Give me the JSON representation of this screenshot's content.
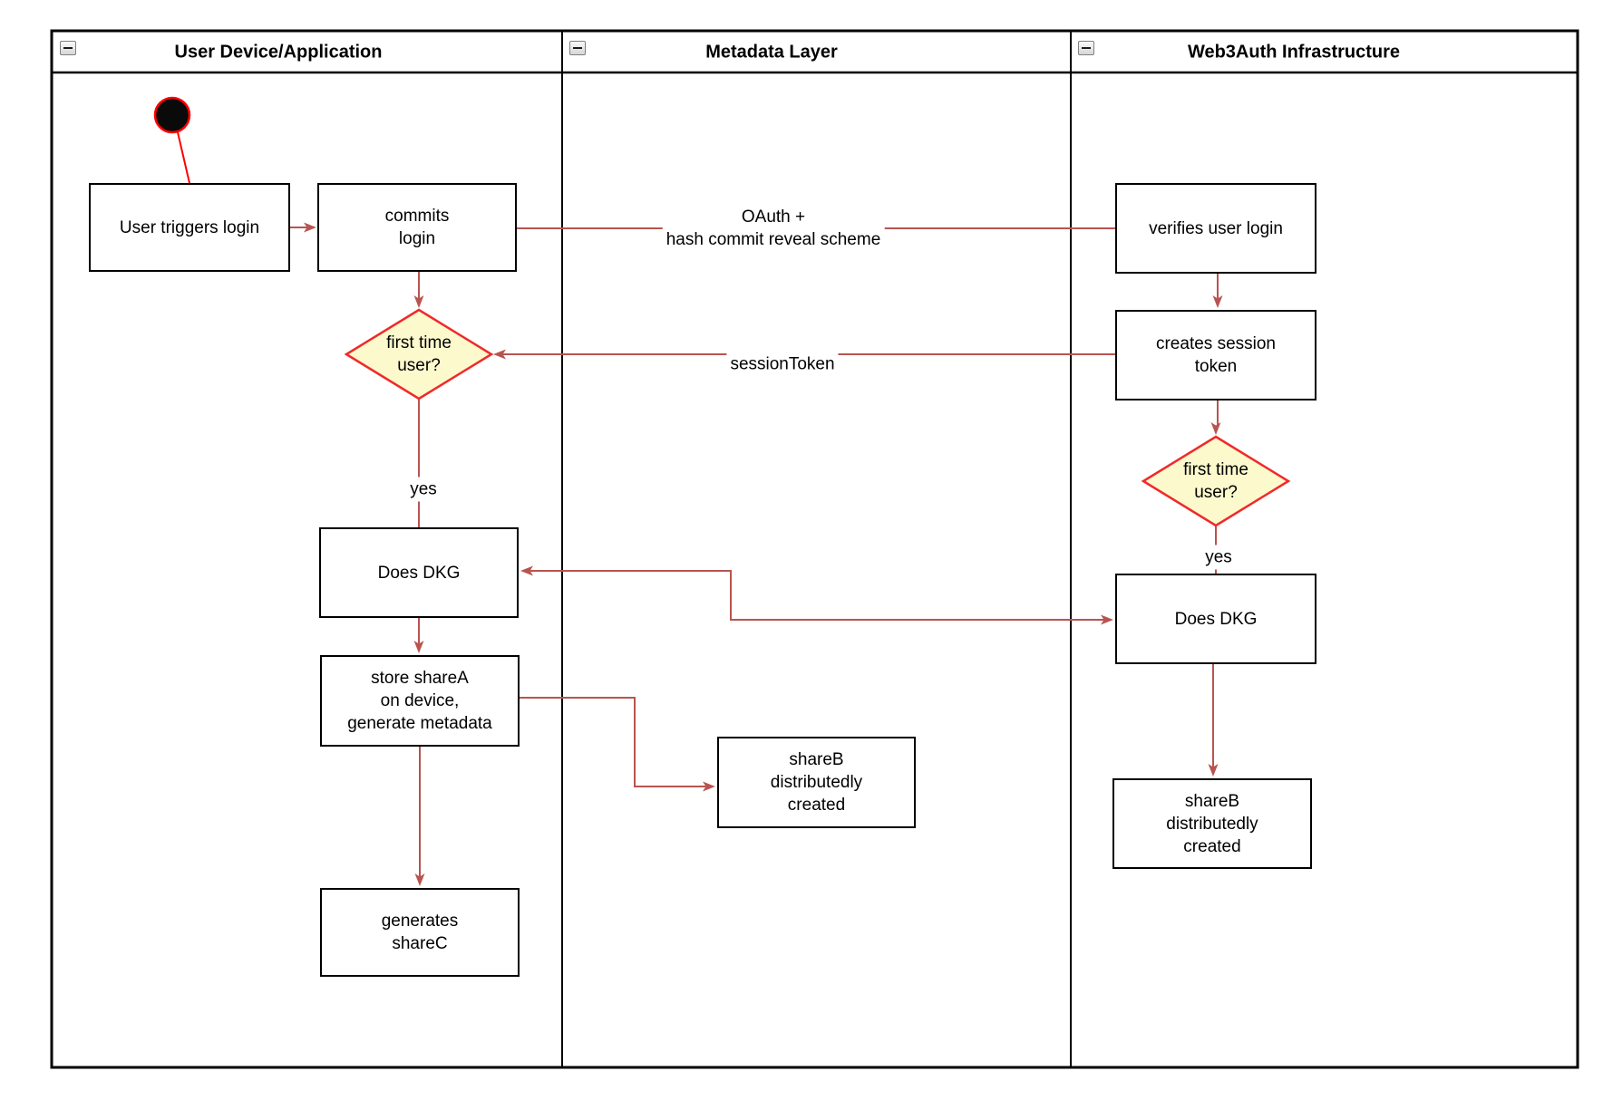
{
  "diagram": {
    "lanes": [
      {
        "title": "User Device/Application",
        "collapse_icon": "minus"
      },
      {
        "title": "Metadata Layer",
        "collapse_icon": "minus"
      },
      {
        "title": "Web3Auth Infrastructure",
        "collapse_icon": "minus"
      }
    ],
    "nodes": {
      "start": "initial-state",
      "user_triggers_login": "User triggers login",
      "commits_login": "commits\nlogin",
      "decision_device": "first time\nuser?",
      "does_dkg_device": "Does DKG",
      "store_shareA": "store shareA\non device,\ngenerate metadata",
      "generates_shareC": "generates\nshareC",
      "shareB_metadata": "shareB\ndistributedly\ncreated",
      "verifies_user_login": "verifies user login",
      "creates_session_token": "creates session\ntoken",
      "decision_infra": "first time\nuser?",
      "does_dkg_infra": "Does DKG",
      "shareB_infra": "shareB\ndistributedly\ncreated"
    },
    "edge_labels": {
      "oauth": "OAuth +\nhash commit reveal scheme",
      "session_token": "sessionToken",
      "yes_device": "yes",
      "yes_infra": "yes"
    },
    "colors": {
      "connector": "#B85450",
      "start_edge": "#FF0000",
      "decision_fill": "#FCF9CD",
      "decision_border": "#F02A2A",
      "node_border": "#000000",
      "node_fill": "#FFFFFF",
      "start_fill": "#0A0A0A"
    }
  }
}
